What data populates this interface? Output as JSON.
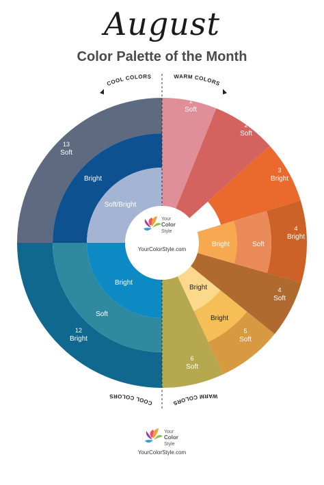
{
  "header": {
    "title": "August",
    "subtitle": "Color Palette of the Month"
  },
  "wheel": {
    "top_left_caption": "COOL COLORS",
    "top_right_caption": "WARM COLORS",
    "bottom_left_caption": "COOL COLORS",
    "bottom_right_caption": "WARM COLORS",
    "center_brand": "YourColorStyle.com",
    "center_logo_lines": [
      "Your",
      "Color",
      "Style"
    ],
    "segments": [
      {
        "id": "warm-1-soft",
        "number": "1",
        "label": "Soft",
        "color": "#e08e98"
      },
      {
        "id": "warm-2-soft",
        "number": "2",
        "label": "Soft",
        "color": "#d4625e"
      },
      {
        "id": "warm-3-bright",
        "number": "3",
        "label": "Bright",
        "color": "#ea6a2e"
      },
      {
        "id": "warm-4-bright",
        "number": "4",
        "label": "Bright",
        "color": "#cc6228"
      },
      {
        "id": "warm-4-soft-mid",
        "label": "Soft",
        "color": "#e98a58"
      },
      {
        "id": "warm-4-bright-inner",
        "label": "Bright",
        "color": "#f6a950"
      },
      {
        "id": "warm-4-soft",
        "number": "4",
        "label": "Soft",
        "color": "#b06a30"
      },
      {
        "id": "warm-5-soft",
        "number": "5",
        "label": "Soft",
        "color": "#d89a40"
      },
      {
        "id": "warm-5-bright",
        "label": "Bright",
        "color": "#f6be56"
      },
      {
        "id": "warm-bright-inner",
        "label": "Bright",
        "color": "#fbd88c"
      },
      {
        "id": "warm-6-soft",
        "number": "6",
        "label": "Soft",
        "color": "#b5a84e"
      },
      {
        "id": "cool-13-soft",
        "number": "13",
        "label": "Soft",
        "color": "#5e6a80"
      },
      {
        "id": "cool-bright-mid",
        "label": "Bright",
        "color": "#0e5191"
      },
      {
        "id": "cool-softbright-inner",
        "label": "Soft/Bright",
        "color": "#a4b5d4"
      },
      {
        "id": "cool-12-bright",
        "number": "12",
        "label": "Bright",
        "color": "#11688f"
      },
      {
        "id": "cool-soft-mid",
        "label": "Soft",
        "color": "#2f8aa0"
      },
      {
        "id": "cool-bright-inner",
        "label": "Bright",
        "color": "#0d89c4"
      }
    ]
  },
  "footer": {
    "logo_lines": [
      "Your",
      "Color",
      "Style"
    ],
    "url": "YourColorStyle.com"
  }
}
